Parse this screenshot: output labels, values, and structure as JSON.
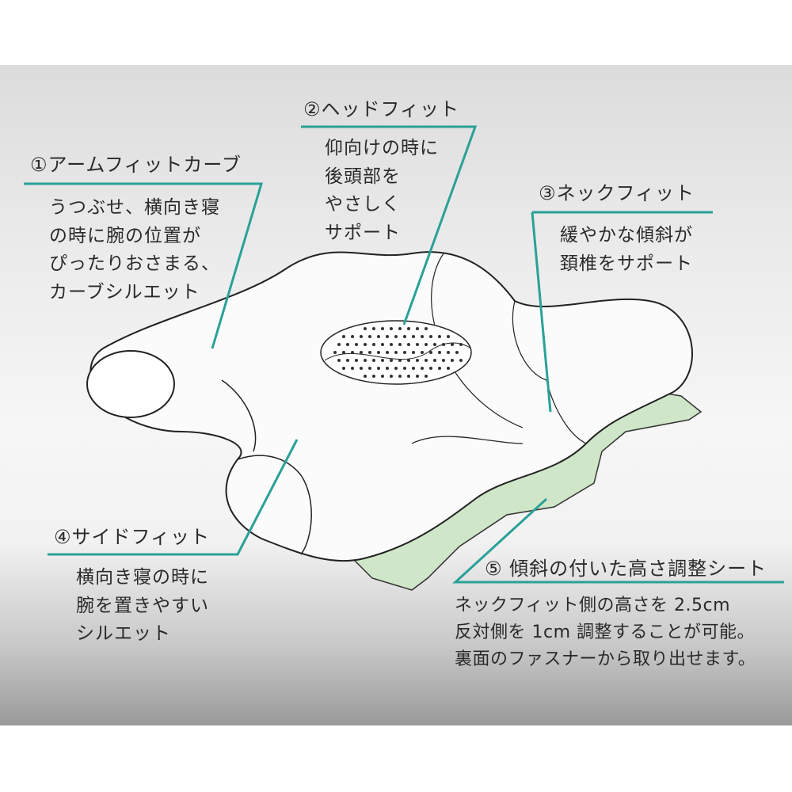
{
  "colors": {
    "accent": "#2aa197",
    "sheet": "#cfe6c8"
  },
  "callouts": [
    {
      "title": "①アームフィットカーブ",
      "lines": [
        "うつぶせ、横向き寝",
        "の時に腕の位置が",
        "ぴったりおさまる、",
        "カーブシルエット"
      ]
    },
    {
      "title": "②ヘッドフィット",
      "lines": [
        "仰向けの時に",
        "後頭部を",
        "やさしく",
        "サポート"
      ]
    },
    {
      "title": "③ネックフィット",
      "lines": [
        "緩やかな傾斜が",
        "頚椎をサポート"
      ]
    },
    {
      "title": "④サイドフィット",
      "lines": [
        "横向き寝の時に",
        "腕を置きやすい",
        "シルエット"
      ]
    },
    {
      "title": "⑤ 傾斜の付いた高さ調整シート",
      "lines": [
        "ネックフィット側の高さを 2.5cm",
        "反対側を 1cm 調整することが可能。",
        "裏面のファスナーから取り出せます。"
      ]
    }
  ]
}
